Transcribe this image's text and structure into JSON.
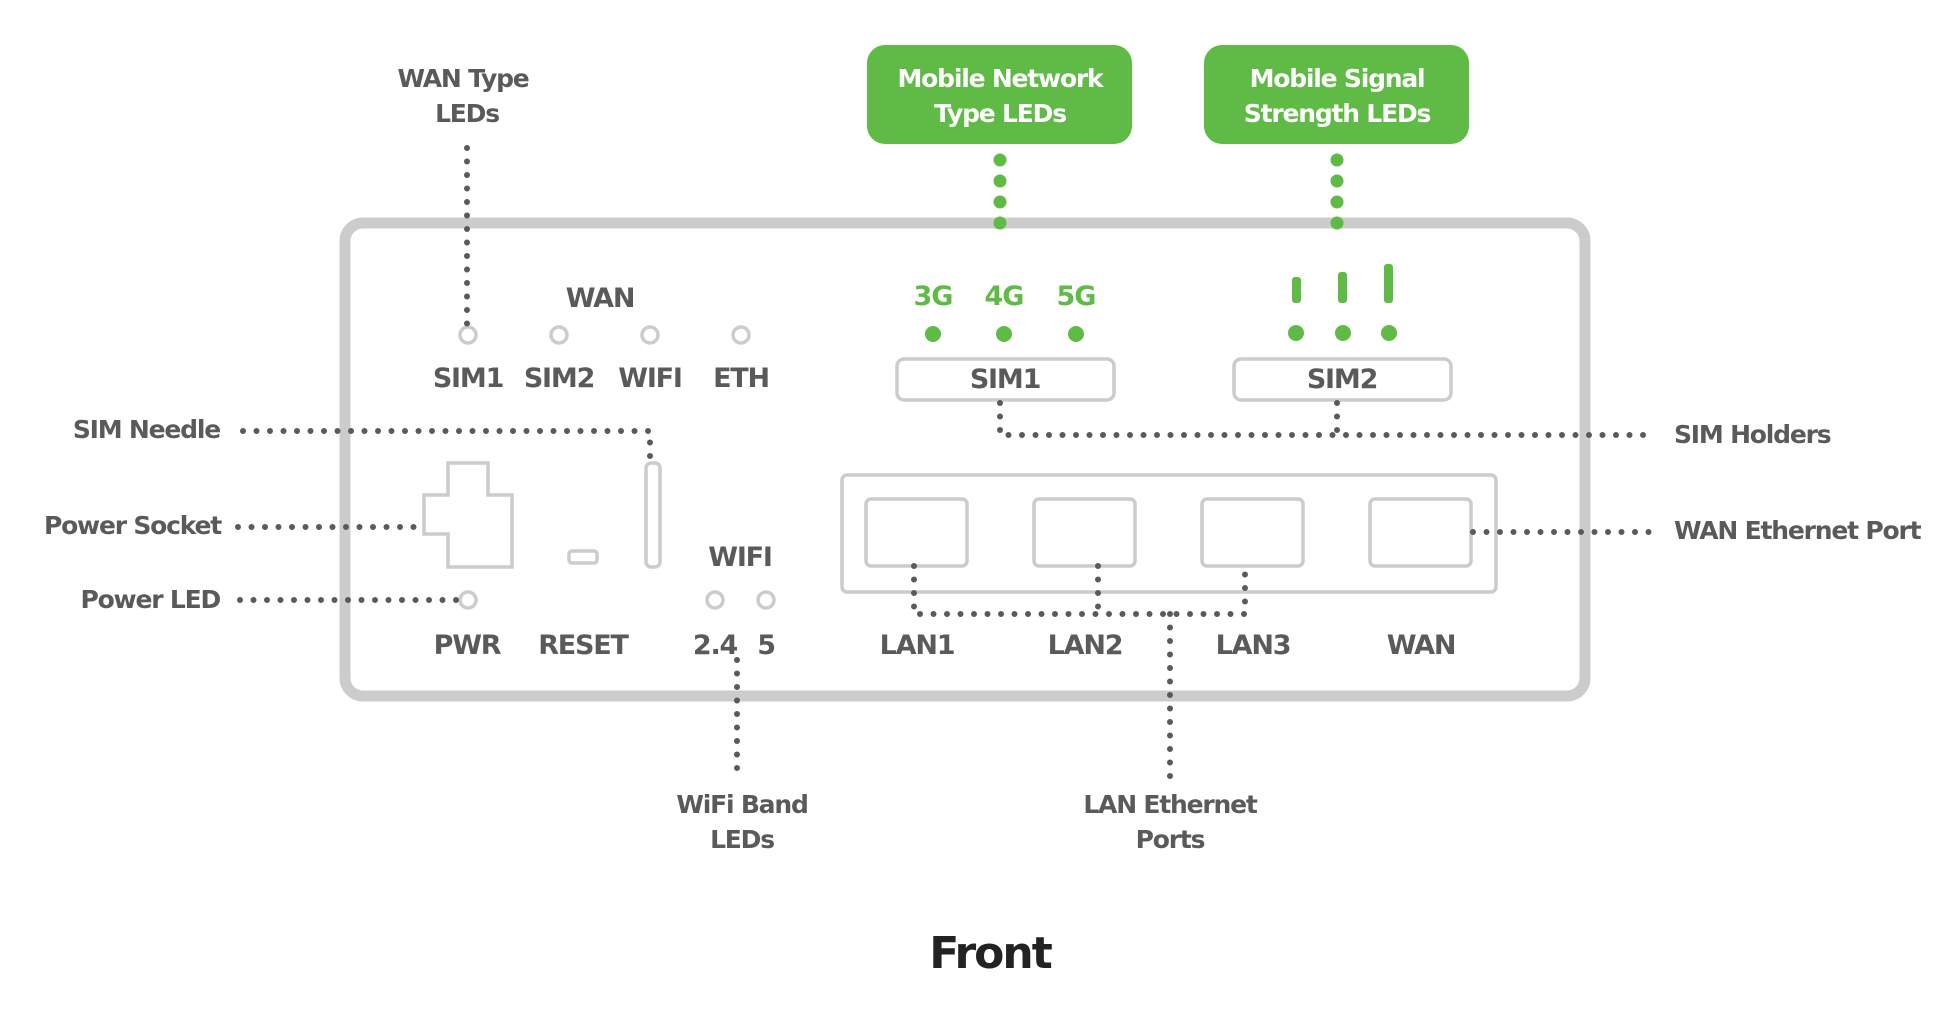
{
  "callouts": {
    "wan_type_leds": [
      "WAN Type",
      "LEDs"
    ],
    "mobile_network_type_leds": [
      "Mobile Network",
      "Type LEDs"
    ],
    "mobile_signal_strength_leds": [
      "Mobile Signal",
      "Strength LEDs"
    ],
    "sim_needle": "SIM Needle",
    "power_socket": "Power Socket",
    "power_led": "Power LED",
    "sim_holders": "SIM Holders",
    "wan_ethernet_port": "WAN Ethernet Port",
    "wifi_band_leds": [
      "WiFi Band",
      "LEDs"
    ],
    "lan_ethernet_ports": [
      "LAN Ethernet",
      "Ports"
    ]
  },
  "device": {
    "wan_group_label": "WAN",
    "wan_leds": [
      "SIM1",
      "SIM2",
      "WIFI",
      "ETH"
    ],
    "network_types": [
      "3G",
      "4G",
      "5G"
    ],
    "sim_slots": [
      "SIM1",
      "SIM2"
    ],
    "pwr_label": "PWR",
    "reset_label": "RESET",
    "wifi_group_label": "WIFI",
    "wifi_bands": [
      "2.4",
      "5"
    ],
    "ports": [
      "LAN1",
      "LAN2",
      "LAN3",
      "WAN"
    ]
  },
  "caption": "Front",
  "colors": {
    "accent_green": "#5fba46",
    "text_gray": "#5a5a5a",
    "outline_gray": "#cccccc"
  }
}
